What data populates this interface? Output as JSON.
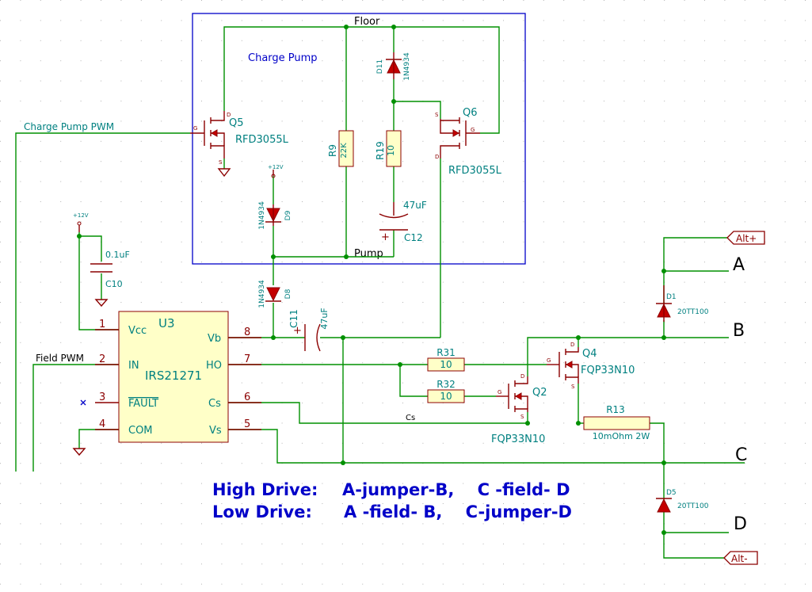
{
  "colors": {
    "wire": "#009000",
    "part": "#8c0000",
    "ref": "#008080",
    "note": "#0000c8",
    "box": "#0000c8"
  },
  "charge_pump": {
    "title": "Charge Pump",
    "floor": "Floor",
    "pump": "Pump",
    "input_label": "Charge Pump  PWM"
  },
  "field_label": "Field PWM",
  "parts": {
    "q5": {
      "ref": "Q5",
      "value": "RFD3055L"
    },
    "q6": {
      "ref": "Q6",
      "value": "RFD3055L"
    },
    "q4": {
      "ref": "Q4",
      "value": "FQP33N10"
    },
    "q2": {
      "ref": "Q2",
      "value": "FQP33N10"
    },
    "r9": {
      "ref": "R9",
      "value": "22K"
    },
    "r19": {
      "ref": "R19",
      "value": "10"
    },
    "r31": {
      "ref": "R31",
      "value": "10"
    },
    "r32": {
      "ref": "R32",
      "value": "10"
    },
    "r13": {
      "ref": "R13",
      "value": "10mOhm  2W"
    },
    "c12": {
      "ref": "C12",
      "value": "47uF"
    },
    "c11": {
      "ref": "C11",
      "value": "47uF"
    },
    "c10": {
      "ref": "C10",
      "value": "0.1uF"
    },
    "d11": {
      "ref": "D11",
      "value": "1N4934"
    },
    "d9": {
      "ref": "D9",
      "value": "1N4934"
    },
    "d8": {
      "ref": "D8",
      "value": "1N4934"
    },
    "d1": {
      "ref": "D1",
      "value": "20TT100"
    },
    "d5": {
      "ref": "D5",
      "value": "20TT100"
    }
  },
  "u3": {
    "ref": "U3",
    "value": "IRS21271",
    "pins": [
      {
        "num": "1",
        "name": "Vcc"
      },
      {
        "num": "2",
        "name": "IN"
      },
      {
        "num": "3",
        "name": "FAULT"
      },
      {
        "num": "4",
        "name": "COM"
      },
      {
        "num": "8",
        "name": "Vb"
      },
      {
        "num": "7",
        "name": "HO"
      },
      {
        "num": "6",
        "name": "Cs"
      },
      {
        "num": "5",
        "name": "Vs"
      }
    ]
  },
  "power": {
    "vcc": "+12V"
  },
  "cs_net": "Cs",
  "pin_letters": {
    "s": "S",
    "d": "D",
    "g": "G"
  },
  "terminals": {
    "a": "A",
    "b": "B",
    "c": "C",
    "d": "D"
  },
  "ports": {
    "alt_plus": "Alt+",
    "alt_minus": "Alt-"
  },
  "notes": {
    "high": {
      "label": "High Drive:",
      "text": "A-jumper-B,    C -field- D"
    },
    "low": {
      "label": "Low Drive:",
      "text": "A -field- B,    C-jumper-D"
    }
  }
}
